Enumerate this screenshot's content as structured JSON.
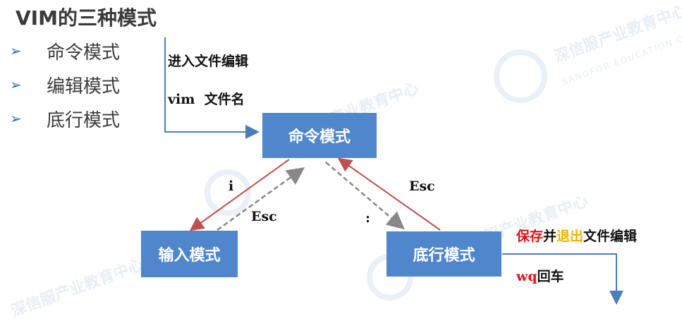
{
  "title": "VIM的三种模式",
  "bullets": [
    {
      "icon": "arrow-bullet-icon",
      "glyph": "➢",
      "label": "命令模式"
    },
    {
      "icon": "arrow-bullet-icon",
      "glyph": "➢",
      "label": "编辑模式"
    },
    {
      "icon": "arrow-bullet-icon",
      "glyph": "➢",
      "label": "底行模式"
    }
  ],
  "nodes": {
    "command_mode": "命令模式",
    "input_mode": "输入模式",
    "last_line_mode": "底行模式"
  },
  "labels": {
    "enter_edit": "进入文件编辑",
    "vim_filename": "vim  文件名",
    "i": "i",
    "esc_left": "Esc",
    "colon": ":",
    "esc_right": "Esc",
    "save_exit": {
      "part1": "保存",
      "part2": "并",
      "part3": "退出",
      "part4": "文件编辑"
    },
    "wq_enter": {
      "part1": "wq",
      "part2": "回车"
    }
  },
  "watermark": {
    "text": "深信服产业教育中心",
    "sub": "SANGFOR EDUCATION CENTER"
  },
  "colors": {
    "box": "#4f86cc",
    "solid_arrow": "#c0504d",
    "dashed_arrow": "#888888",
    "blue_arrow": "#4a7ebb",
    "highlight_red": "#e01010",
    "highlight_orange": "#f2b200"
  }
}
